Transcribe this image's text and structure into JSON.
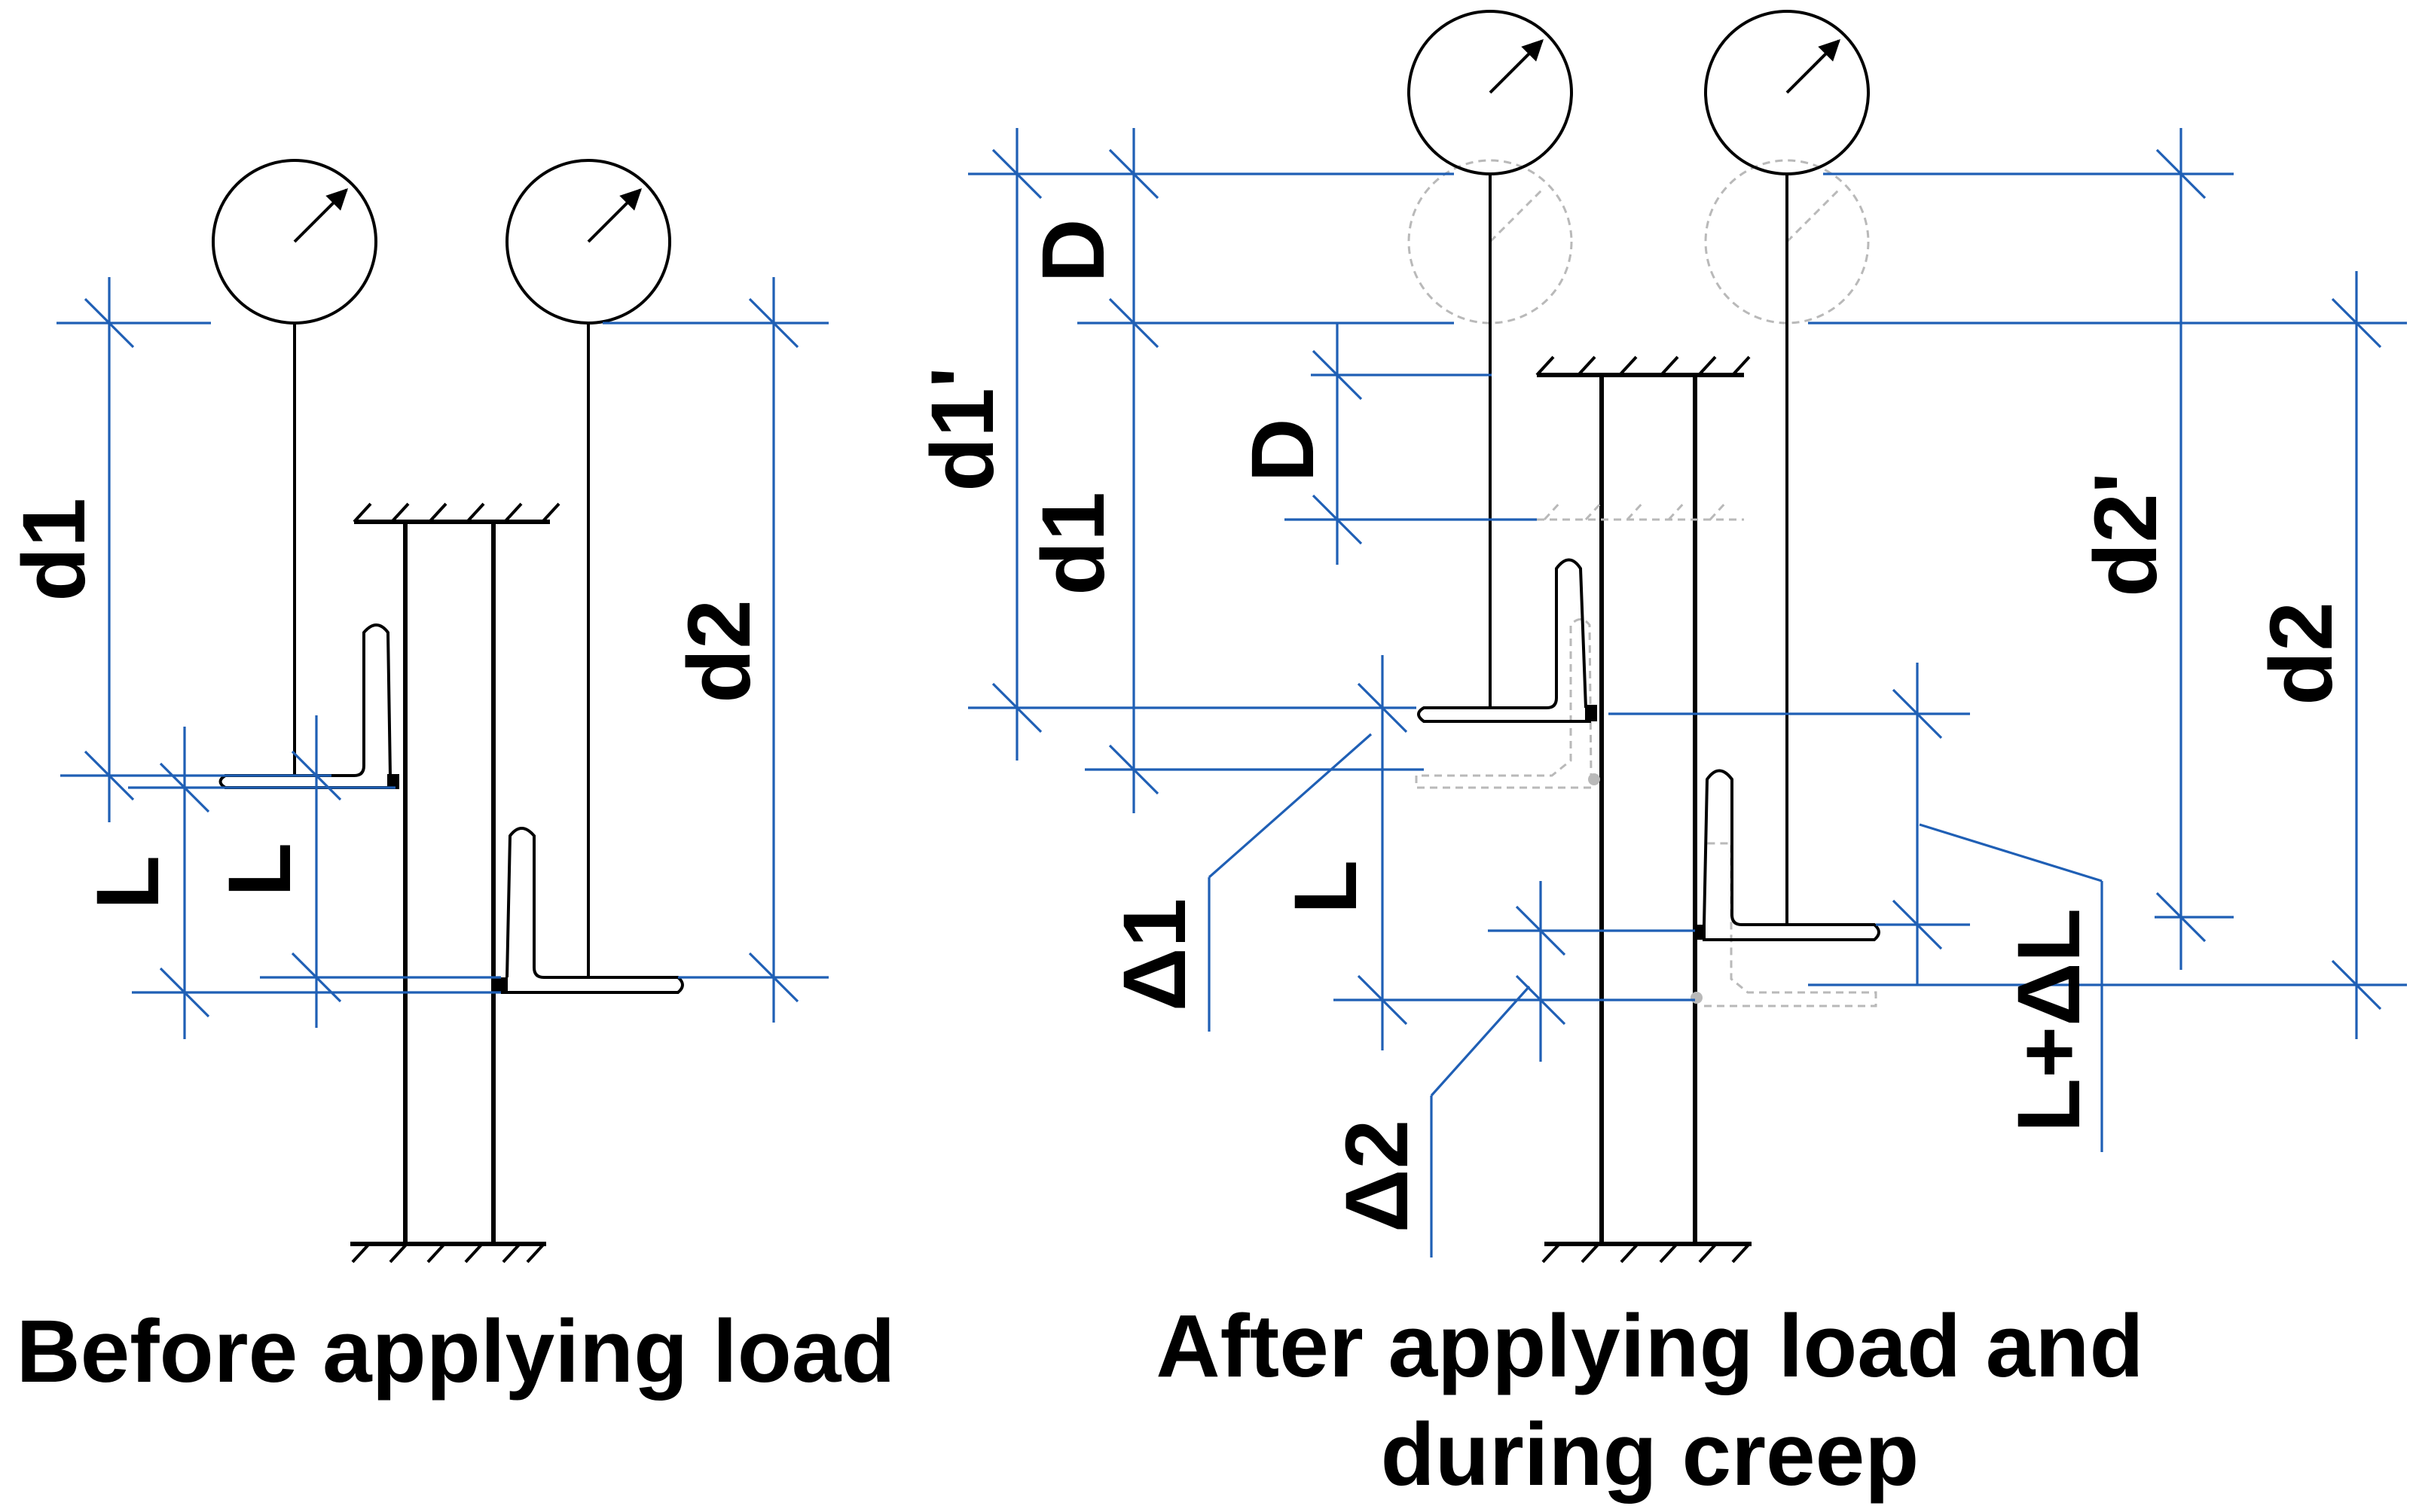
{
  "labels": {
    "before": {
      "d1": "d1",
      "d2": "d2",
      "L_left": "L",
      "L_right": "L"
    },
    "after": {
      "D_top": "D",
      "D_mid": "D",
      "d1_prime": "d1'",
      "d1": "d1",
      "d2_prime": "d2'",
      "d2": "d2",
      "delta1": "Δ1",
      "delta2": "Δ2",
      "L": "L",
      "L_plus_deltaL": "L+ΔL"
    }
  },
  "captions": {
    "before": "Before applying load",
    "after_line1": "After applying load and",
    "after_line2": "during creep"
  },
  "colors": {
    "dimension": "#1f5fb5",
    "ghost": "#b9b9b9",
    "structure": "#000000"
  },
  "icons": {
    "gauge": "dial-gauge-icon",
    "support": "fixed-support-hatch"
  }
}
